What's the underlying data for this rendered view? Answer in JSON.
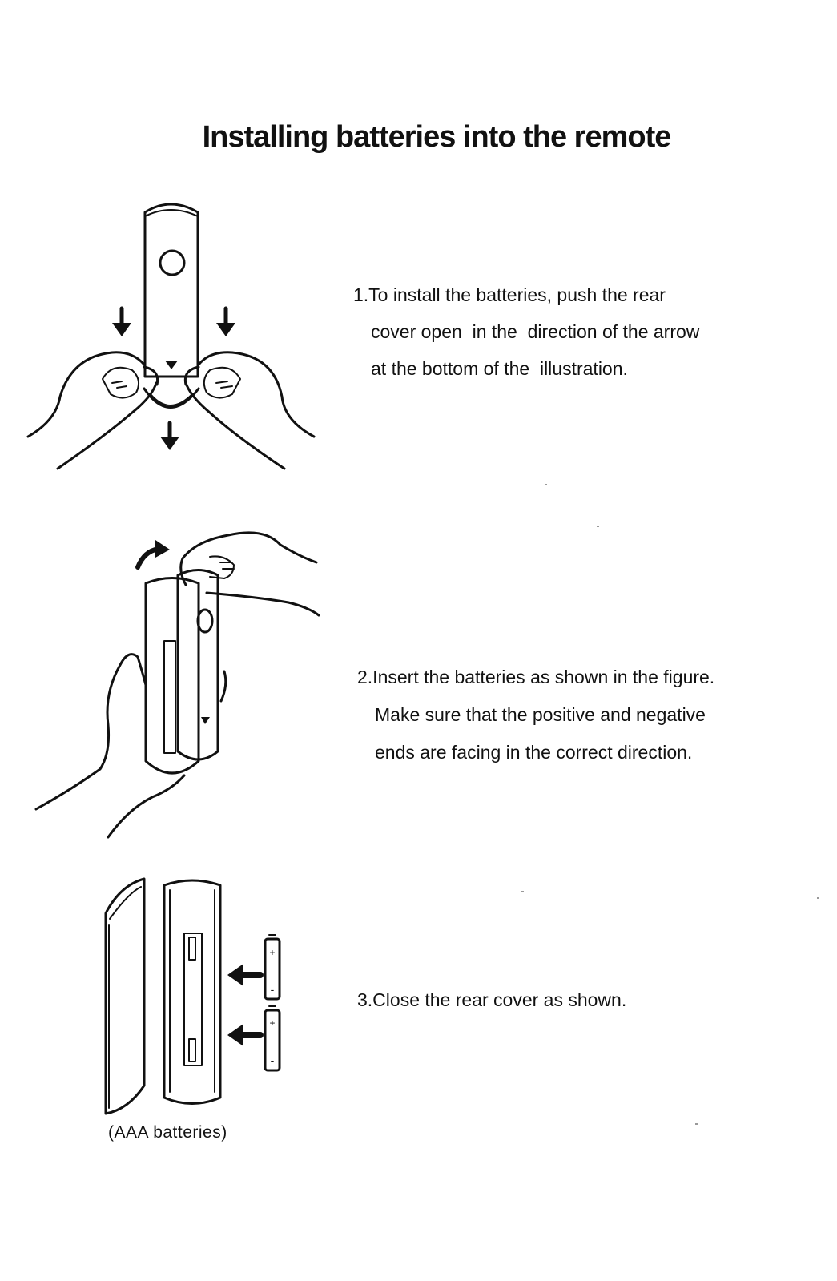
{
  "title": "Installing batteries into the remote",
  "steps": [
    {
      "lines": [
        "1.To install the batteries, push the rear",
        "cover open  in the  direction of the arrow",
        "at the bottom of the  illustration."
      ]
    },
    {
      "lines": [
        "2.Insert the batteries as shown in the figure.",
        "Make sure that the positive and negative",
        "ends are facing in the correct direction."
      ]
    },
    {
      "lines": [
        "3.Close the rear cover as shown."
      ]
    }
  ],
  "caption": "(AAA batteries)",
  "battery_marks": {
    "plus": "+",
    "minus": "-"
  },
  "illustrations": [
    "hands-pushing-rear-cover-down-illustration",
    "hand-lifting-rear-cover-illustration",
    "batteries-inserted-illustration"
  ]
}
